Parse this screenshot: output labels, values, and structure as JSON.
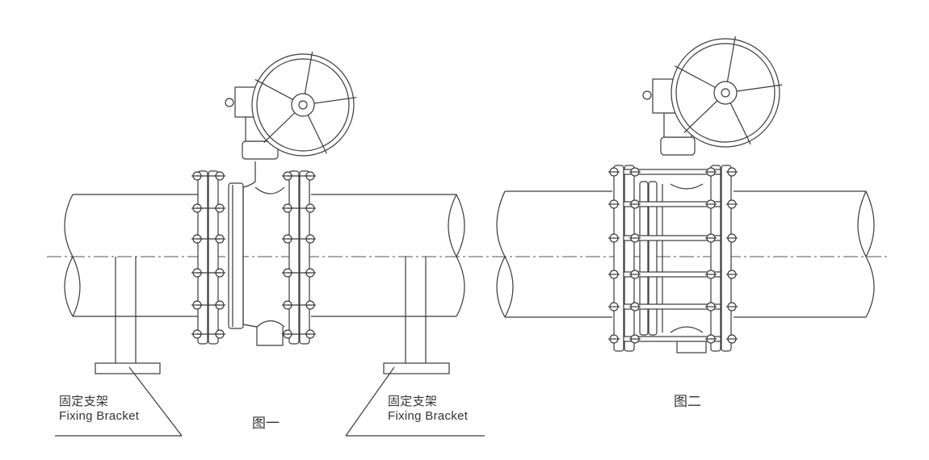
{
  "figures": [
    {
      "caption": "图一",
      "supports": [
        {
          "label_cn": "固定支架",
          "label_en": "Fixing Bracket"
        },
        {
          "label_cn": "固定支架",
          "label_en": "Fixing Bracket"
        }
      ]
    },
    {
      "caption": "图二"
    }
  ],
  "colors": {
    "line": "#3a3a3a",
    "background": "#ffffff"
  }
}
